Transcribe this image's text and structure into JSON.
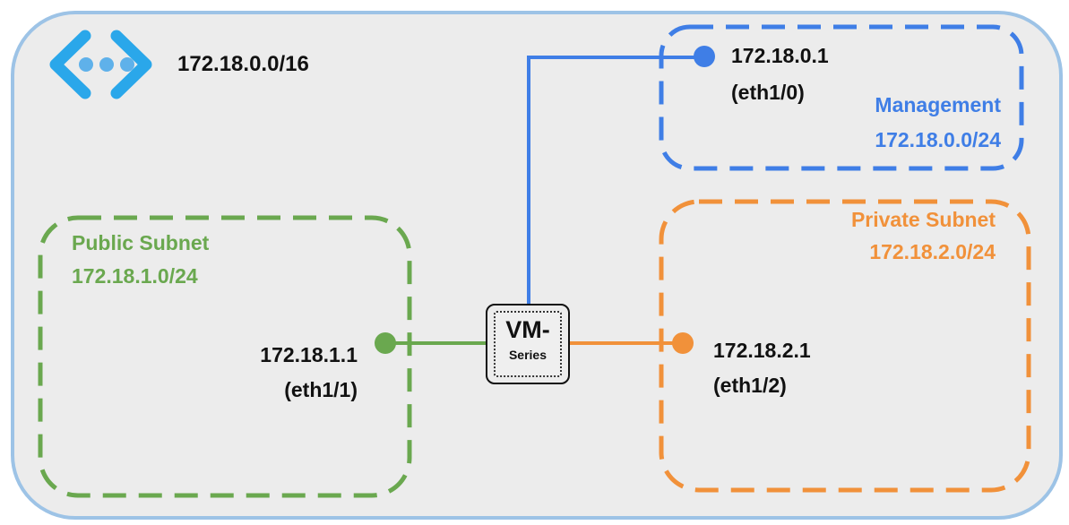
{
  "vnet": {
    "cidr": "172.18.0.0/16",
    "icon": "virtual-network-icon"
  },
  "management": {
    "name": "Management",
    "cidr": "172.18.0.0/24",
    "ip": "172.18.0.1",
    "iface": "(eth1/0)",
    "color": "#3f7ee6"
  },
  "public": {
    "name": "Public Subnet",
    "cidr": "172.18.1.0/24",
    "ip": "172.18.1.1",
    "iface": "(eth1/1)",
    "color": "#6aa84f"
  },
  "private": {
    "name": "Private Subnet",
    "cidr": "172.18.2.0/24",
    "ip": "172.18.2.1",
    "iface": "(eth1/2)",
    "color": "#f1913a"
  },
  "firewall": {
    "title": "VM-",
    "subtitle": "Series"
  }
}
